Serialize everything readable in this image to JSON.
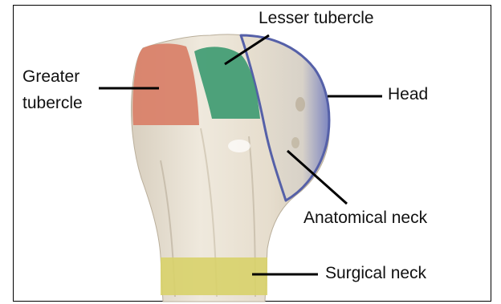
{
  "labels": {
    "greater_tubercle_line1": "Greater",
    "greater_tubercle_line2": "tubercle",
    "lesser_tubercle": "Lesser tubercle",
    "head": "Head",
    "anatomical_neck": "Anatomical neck",
    "surgical_neck": "Surgical neck"
  },
  "colors": {
    "bone": "#e9e1d3",
    "greater_tubercle": "#d9826a",
    "lesser_tubercle": "#3f9b72",
    "head_edge": "#5560a8",
    "surgical_neck": "#d8d26a",
    "leader_line": "#000000"
  }
}
